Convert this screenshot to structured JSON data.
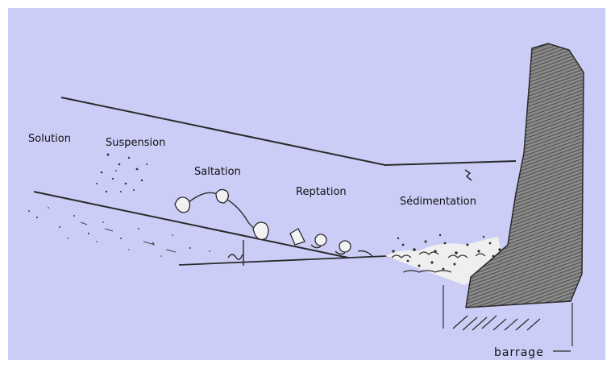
{
  "colors": {
    "background": "#cccdf7",
    "ink": "#2a2a2a",
    "dam": "#6e6e6e"
  },
  "labels": {
    "solution": "Solution",
    "suspension": "Suspension",
    "saltation": "Saltation",
    "reptation": "Reptation",
    "sedimentation": "Sédimentation",
    "barrage": "barrage"
  }
}
